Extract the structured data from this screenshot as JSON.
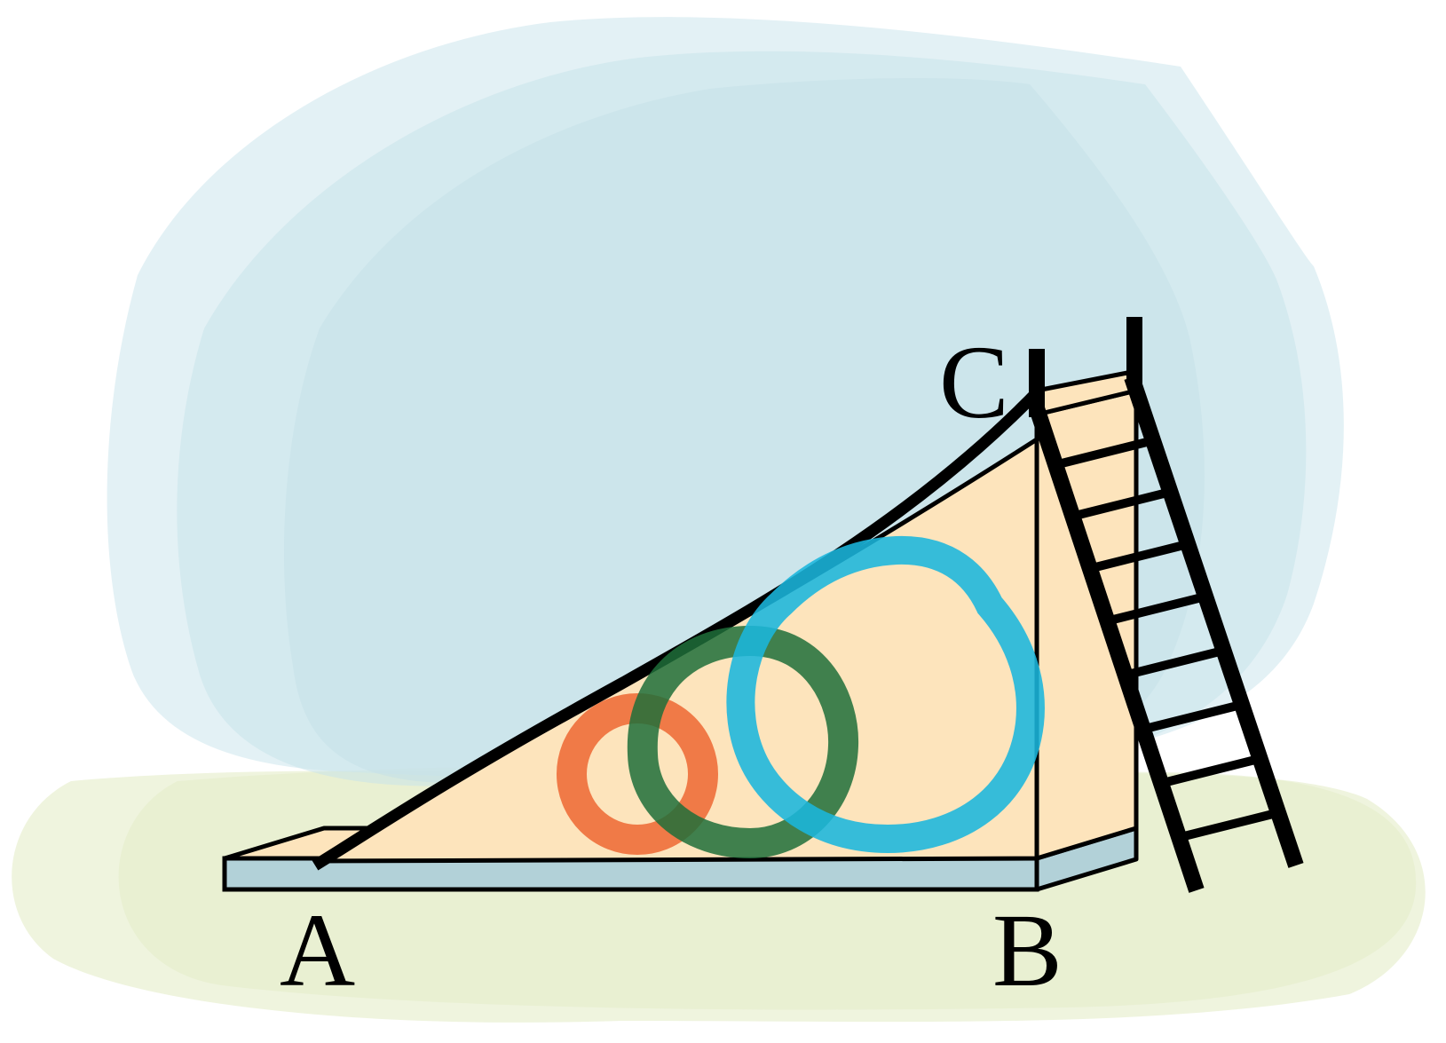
{
  "points": {
    "A": "A",
    "B": "B",
    "C": "C"
  },
  "colors": {
    "sky": "#cfe6ee",
    "ground": "#e8f0d0",
    "slide_face": "#fde4bc",
    "base_side": "#b2d1d8",
    "ring_orange": "#ee6e3a",
    "ring_green": "#1e6e3a",
    "ring_blue": "#1ab6dd",
    "outline": "#000000"
  }
}
